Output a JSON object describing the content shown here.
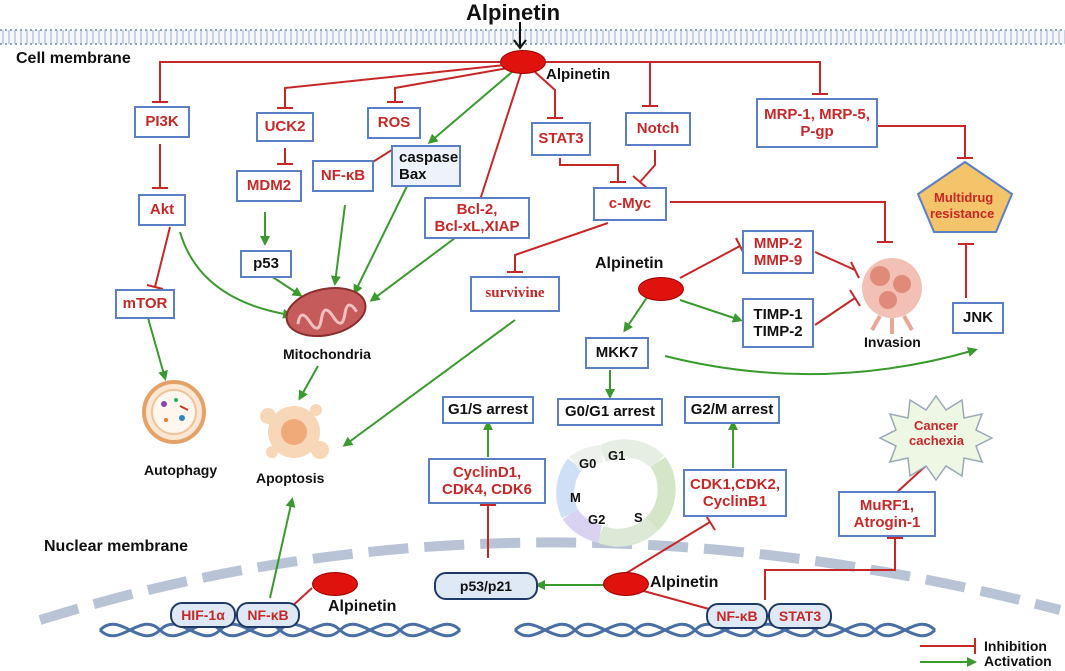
{
  "title": "Alpinetin",
  "membranes": {
    "cell": "Cell membrane",
    "nuclear": "Nuclear membrane"
  },
  "compound": {
    "top": "Alpinetin",
    "middle": "Alpinetin",
    "lower": "Alpinetin",
    "nucleus_left": "Alpinetin"
  },
  "nodes": {
    "pi3k": "PI3K",
    "akt": "Akt",
    "mtor": "mTOR",
    "uck2": "UCK2",
    "mdm2": "MDM2",
    "p53": "p53",
    "ros": "ROS",
    "nfkb_cyto": "NF-κB",
    "caspase": "caspase",
    "bax": "Bax",
    "bcl_1": "Bcl-2,",
    "bcl_2": "Bcl-xL,XIAP",
    "stat3": "STAT3",
    "notch": "Notch",
    "cmyc": "c-Myc",
    "survivine": "survivine",
    "mrp_1": "MRP-1, MRP-5,",
    "mrp_2": "P-gp",
    "multidrug_1": "Multidrug",
    "multidrug_2": "resistance",
    "mmp_1": "MMP-2",
    "mmp_2": "MMP-9",
    "timp_1": "TIMP-1",
    "timp_2": "TIMP-2",
    "jnk": "JNK",
    "mkk7": "MKK7",
    "g1s": "G1/S arrest",
    "g0g1": "G0/G1 arrest",
    "g2m": "G2/M arrest",
    "cyclind_1": "CyclinD1,",
    "cyclind_2": "CDK4, CDK6",
    "cdk_1": "CDK1,CDK2,",
    "cdk_2": "CyclinB1",
    "murf_1": "MuRF1,",
    "murf_2": "Atrogin-1",
    "cachexia_1": "Cancer",
    "cachexia_2": "cachexia",
    "p53p21": "p53/p21",
    "hif": "HIF-1α",
    "nfkb_nuc_left": "NF-κB",
    "nfkb_nuc_right": "NF-κB",
    "stat3_nuc": "STAT3"
  },
  "labels": {
    "mitochondria": "Mitochondria",
    "autophagy": "Autophagy",
    "apoptosis": "Apoptosis",
    "invasion": "Invasion"
  },
  "cell_cycle": {
    "g0": "G0",
    "g1": "G1",
    "s": "S",
    "g2": "G2",
    "m": "M"
  },
  "legend": {
    "inhibition": "Inhibition",
    "activation": "Activation",
    "inhibition_color": "#c62828",
    "activation_color": "#3a9a2e"
  }
}
